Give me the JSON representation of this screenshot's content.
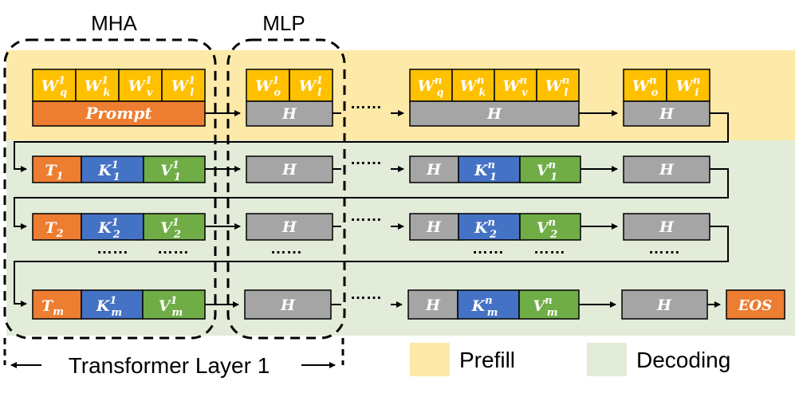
{
  "header": {
    "mha": "MHA",
    "mlp": "MLP"
  },
  "legend": {
    "layer": "Transformer Layer 1",
    "prefill": "Prefill",
    "decoding": "Decoding"
  },
  "colors": {
    "prefill_bg": "#fde9a8",
    "decoding_bg": "#e2ecd9",
    "weight_yellow": "#ffc000",
    "prompt_orange": "#ed7d31",
    "h_gray": "#a5a5a5",
    "k_blue": "#4472c4",
    "v_green": "#70ad47",
    "stroke": "#000000"
  },
  "ellipsis": "……",
  "prefill_row": {
    "mha_weights": [
      {
        "base": "W",
        "sub": "q",
        "sup": "1"
      },
      {
        "base": "W",
        "sub": "k",
        "sup": "1"
      },
      {
        "base": "W",
        "sub": "v",
        "sup": "1"
      },
      {
        "base": "W",
        "sub": "l",
        "sup": "1"
      }
    ],
    "prompt": "Prompt",
    "mlp_weights": [
      {
        "base": "W",
        "sub": "o",
        "sup": "1"
      },
      {
        "base": "W",
        "sub": "l",
        "sup": "1"
      }
    ],
    "mlp_h": "H",
    "last_mha_weights": [
      {
        "base": "W",
        "sub": "q",
        "sup": "n"
      },
      {
        "base": "W",
        "sub": "k",
        "sup": "n"
      },
      {
        "base": "W",
        "sub": "v",
        "sup": "n"
      },
      {
        "base": "W",
        "sub": "l",
        "sup": "n"
      }
    ],
    "last_h": "H",
    "last_mlp_weights": [
      {
        "base": "W",
        "sub": "o",
        "sup": "n"
      },
      {
        "base": "W",
        "sub": "i",
        "sup": "n"
      }
    ],
    "last_mlp_h": "H"
  },
  "decode_rows": [
    {
      "token": {
        "base": "T",
        "sub": "1"
      },
      "k1": {
        "base": "K",
        "sub": "1",
        "sup": "1"
      },
      "v1": {
        "base": "V",
        "sub": "1",
        "sup": "1"
      },
      "mlp_h": "H",
      "hn": "H",
      "kn": {
        "base": "K",
        "sub": "1",
        "sup": "n"
      },
      "vn": {
        "base": "V",
        "sub": "1",
        "sup": "n"
      },
      "last_h": "H"
    },
    {
      "token": {
        "base": "T",
        "sub": "2"
      },
      "k1": {
        "base": "K",
        "sub": "2",
        "sup": "1"
      },
      "v1": {
        "base": "V",
        "sub": "2",
        "sup": "1"
      },
      "mlp_h": "H",
      "hn": "H",
      "kn": {
        "base": "K",
        "sub": "2",
        "sup": "n"
      },
      "vn": {
        "base": "V",
        "sub": "2",
        "sup": "n"
      },
      "last_h": "H"
    },
    {
      "token": {
        "base": "T",
        "sub": "m"
      },
      "k1": {
        "base": "K",
        "sub": "m",
        "sup": "1"
      },
      "v1": {
        "base": "V",
        "sub": "m",
        "sup": "1"
      },
      "mlp_h": "H",
      "hn": "H",
      "kn": {
        "base": "K",
        "sub": "m",
        "sup": "n"
      },
      "vn": {
        "base": "V",
        "sub": "m",
        "sup": "n"
      },
      "last_h": "H",
      "eos": "EOS"
    }
  ]
}
